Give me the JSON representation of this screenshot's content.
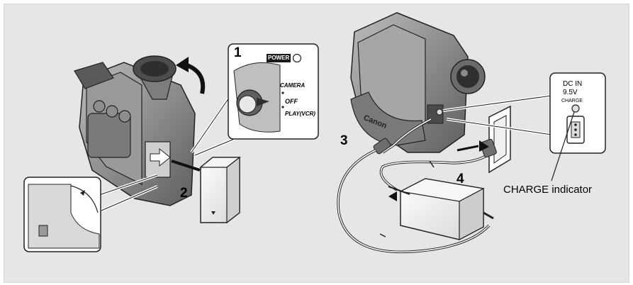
{
  "steps": {
    "s1": "1",
    "s2": "2",
    "s3": "3",
    "s4": "4"
  },
  "power_switch": {
    "power": "POWER",
    "camera": "CAMERA",
    "off": "OFF",
    "play": "PLAY(VCR)"
  },
  "dc_in": {
    "title": "DC IN",
    "voltage": "9.5V",
    "charge": "CHARGE"
  },
  "charge_indicator_label": "CHARGE indicator",
  "camcorder_logo": "Canon",
  "colors": {
    "background": "#e6e6e6",
    "ink": "#000000",
    "body_light": "#cfcfcf",
    "body_dark": "#6d6d6d"
  }
}
